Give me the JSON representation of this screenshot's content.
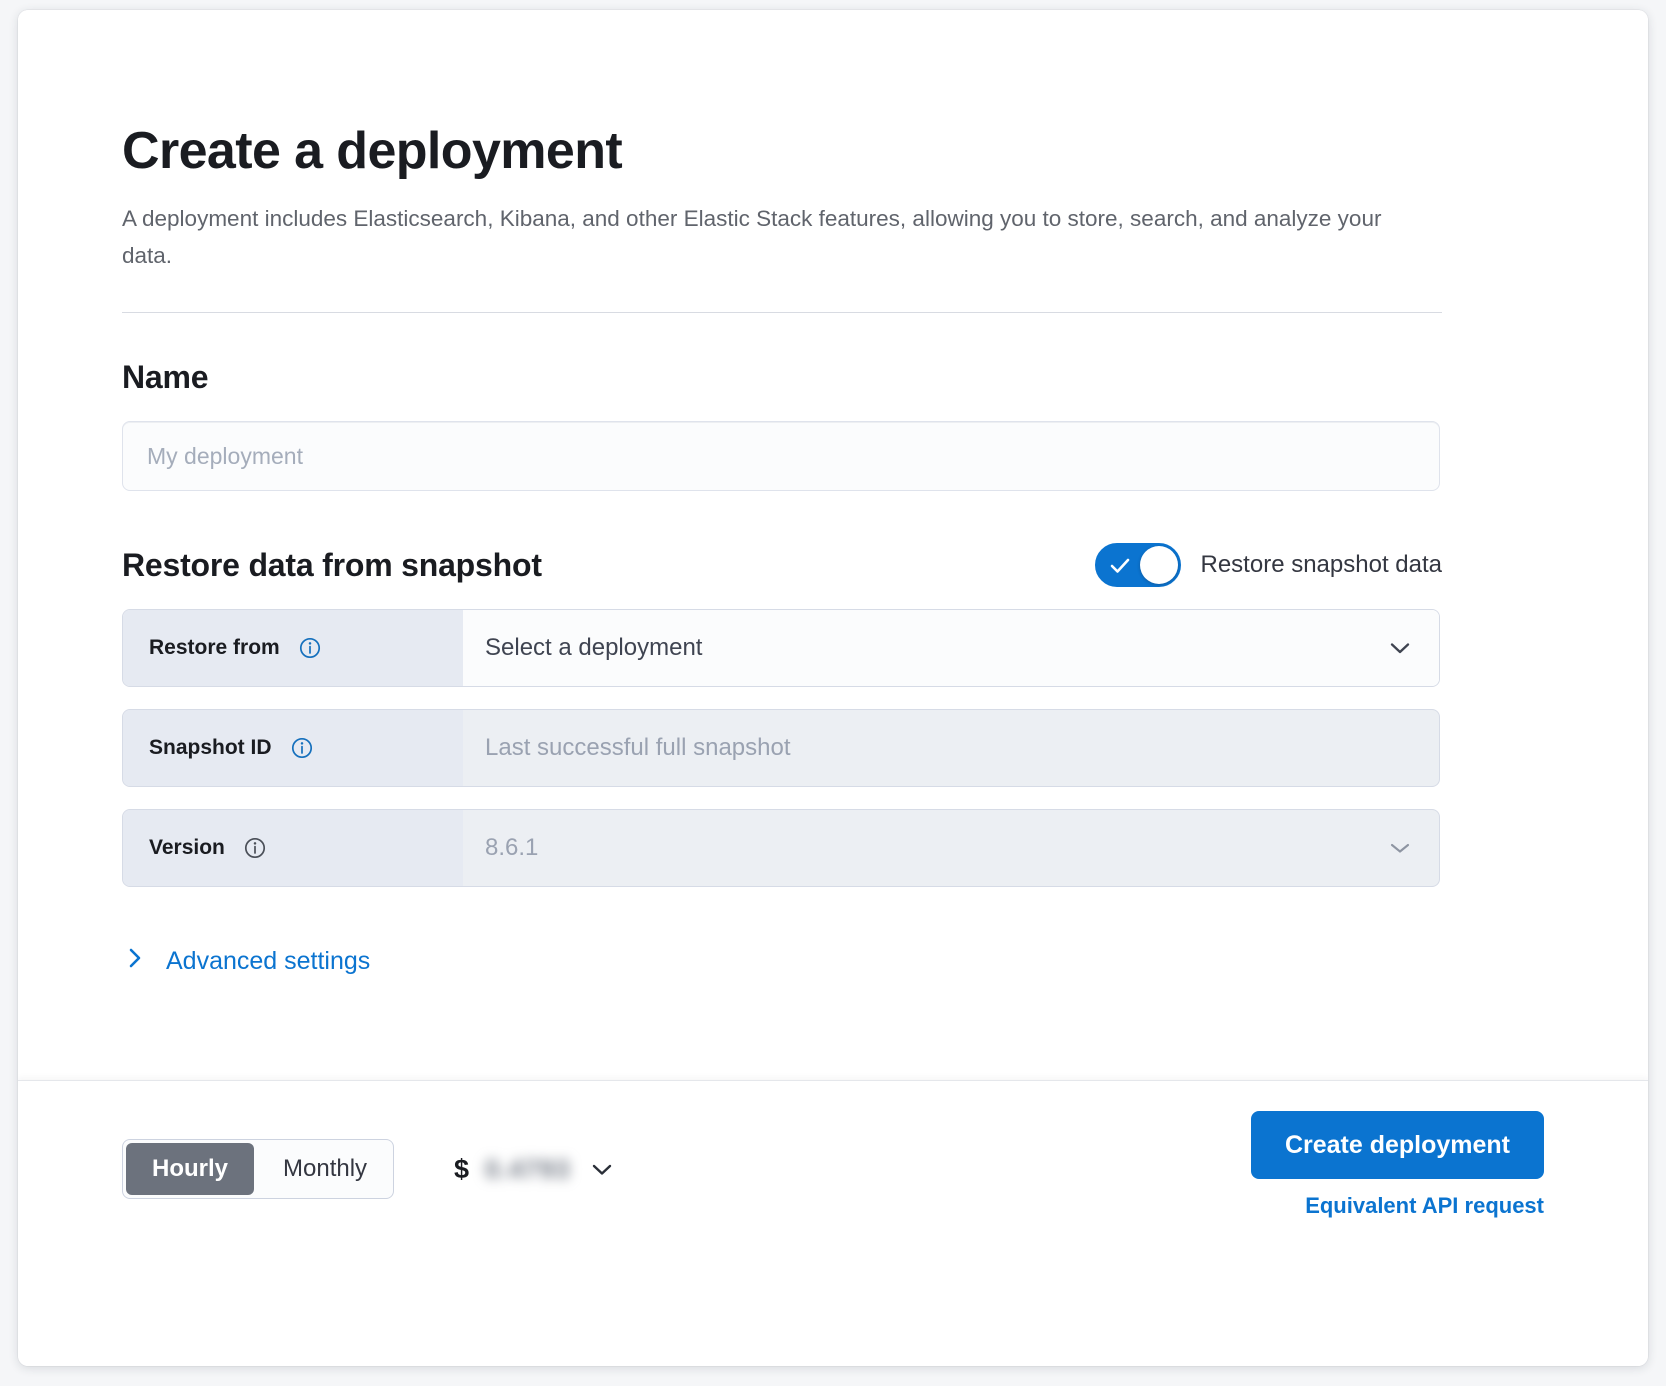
{
  "page": {
    "title": "Create a deployment",
    "subtitle": "A deployment includes Elasticsearch, Kibana, and other Elastic Stack features, allowing you to store, search, and analyze your data."
  },
  "name_section": {
    "heading": "Name",
    "input_placeholder": "My deployment",
    "input_value": ""
  },
  "snapshot_section": {
    "heading": "Restore data from snapshot",
    "toggle": {
      "label": "Restore snapshot data",
      "checked": true,
      "on_color": "#0b74d0"
    },
    "rows": [
      {
        "label": "Restore from",
        "info_icon": "info-circle-icon",
        "value": "Select a deployment",
        "is_placeholder": true,
        "disabled": false,
        "control": "dropdown",
        "chevron": "chevron-down-icon"
      },
      {
        "label": "Snapshot ID",
        "info_icon": "info-circle-icon",
        "value": "Last successful full snapshot",
        "is_placeholder": true,
        "disabled": true,
        "control": "text",
        "chevron": ""
      },
      {
        "label": "Version",
        "info_icon": "info-circle-icon",
        "value": "8.6.1",
        "is_placeholder": false,
        "disabled": true,
        "control": "dropdown",
        "chevron": "chevron-down-icon"
      }
    ]
  },
  "advanced": {
    "label": "Advanced settings",
    "icon": "chevron-right-icon",
    "expanded": false
  },
  "footer": {
    "billing_toggle": {
      "options": [
        "Hourly",
        "Monthly"
      ],
      "selected": "Hourly"
    },
    "price": {
      "currency_symbol": "$",
      "amount": "0.4793",
      "redacted": true,
      "chevron": "chevron-down-icon"
    },
    "primary_button": "Create deployment",
    "api_link": "Equivalent API request"
  },
  "colors": {
    "accent": "#0b74d0",
    "text_primary": "#1a1c21",
    "text_muted": "#6b7280",
    "label_bg": "#e6eaf2"
  }
}
